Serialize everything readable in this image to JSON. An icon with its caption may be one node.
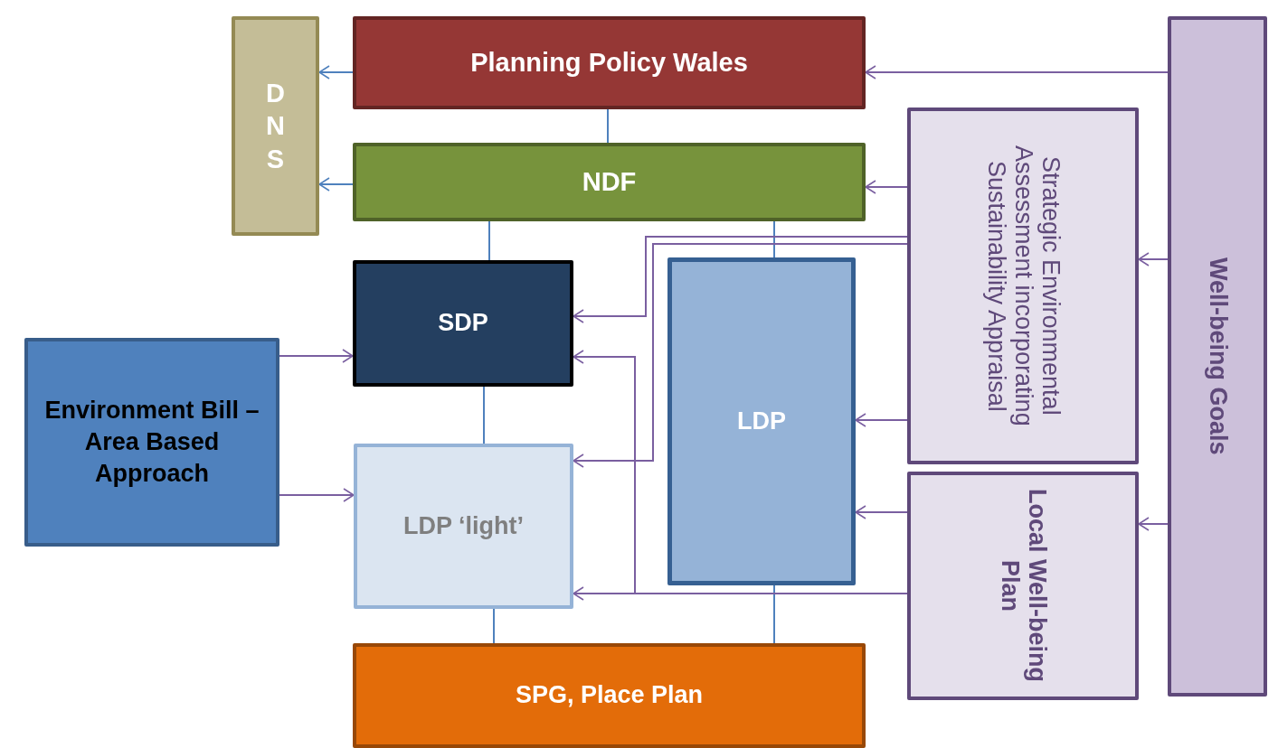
{
  "diagram": {
    "nodes": [
      {
        "text": [
          "D N S"
        ]
      },
      {
        "text": [
          "Planning Policy Wales"
        ]
      },
      {
        "text": [
          "NDF"
        ]
      },
      {
        "text": [
          "SDP"
        ]
      },
      {
        "text": [
          "LDP"
        ]
      },
      {
        "text": [
          "Environment Bill – Area Based Approach"
        ]
      },
      {
        "text": [
          "LDP ‘light’"
        ]
      },
      {
        "text": [
          "SPG, Place Plan"
        ]
      },
      {
        "text": [
          "Strategic Environmental Assessment incorporating Sustainability Appraisal"
        ]
      },
      {
        "text": [
          "Local Well-being Plan"
        ]
      },
      {
        "text": [
          "Well-being Goals"
        ]
      }
    ],
    "edges": [
      {
        "from": 1,
        "to": 0,
        "arrow": "to",
        "color": "#4f81bd"
      },
      {
        "from": 2,
        "to": 0,
        "arrow": "to",
        "color": "#4f81bd"
      },
      {
        "from": 1,
        "to": 2,
        "arrow": "none",
        "color": "#4f81bd"
      },
      {
        "from": 2,
        "to": 3,
        "arrow": "none",
        "color": "#4f81bd"
      },
      {
        "from": 2,
        "to": 4,
        "arrow": "none",
        "color": "#4f81bd"
      },
      {
        "from": 3,
        "to": 6,
        "arrow": "none",
        "color": "#4f81bd"
      },
      {
        "from": 6,
        "to": 7,
        "arrow": "none",
        "color": "#4f81bd"
      },
      {
        "from": 4,
        "to": 7,
        "arrow": "none",
        "color": "#4f81bd"
      },
      {
        "from": 10,
        "to": 1,
        "arrow": "to"
      },
      {
        "from": 8,
        "to": 2,
        "arrow": "to"
      },
      {
        "from": 8,
        "to": 3,
        "arrow": "to"
      },
      {
        "from": 8,
        "to": 6,
        "arrow": "to"
      },
      {
        "from": 9,
        "to": 3,
        "arrow": "to"
      },
      {
        "from": 9,
        "to": 6,
        "arrow": "to"
      },
      {
        "from": 9,
        "to": 4,
        "arrow": "to"
      },
      {
        "from": 8,
        "to": 4,
        "arrow": "to"
      },
      {
        "from": 10,
        "to": 8,
        "arrow": "to"
      },
      {
        "from": 10,
        "to": 9,
        "arrow": "to"
      },
      {
        "from": 5,
        "to": 3,
        "arrow": "to"
      },
      {
        "from": 5,
        "to": 6,
        "arrow": "to"
      }
    ]
  }
}
